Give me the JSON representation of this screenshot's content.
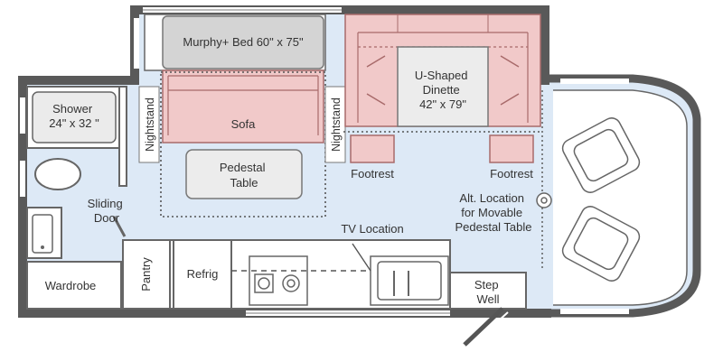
{
  "colors": {
    "floor": "#dde9f6",
    "wall": "#595959",
    "cushion": "#f1c9c9",
    "cushion_stroke": "#a86a6a",
    "bed": "#d4d4d4",
    "furniture": "#ececec",
    "line": "#666666",
    "text": "#333333"
  },
  "labels": {
    "murphy_bed": "Murphy+ Bed 60\" x 75\"",
    "sofa": "Sofa",
    "pedestal_table": [
      "Pedestal",
      "Table"
    ],
    "nightstand_left": "Nightstand",
    "nightstand_right": "Nightstand",
    "dinette": [
      "U-Shaped",
      "Dinette",
      "42\" x 79\""
    ],
    "footrest_left": "Footrest",
    "footrest_right": "Footrest",
    "shower": [
      "Shower",
      "24\" x 32 \""
    ],
    "sliding_door": [
      "Sliding",
      "Door"
    ],
    "wardrobe": "Wardrobe",
    "pantry": "Pantry",
    "refrig": "Refrig",
    "tv_location": "TV Location",
    "alt_location": [
      "Alt. Location",
      "for Movable",
      "Pedestal Table"
    ],
    "step_well": [
      "Step",
      "Well"
    ]
  }
}
